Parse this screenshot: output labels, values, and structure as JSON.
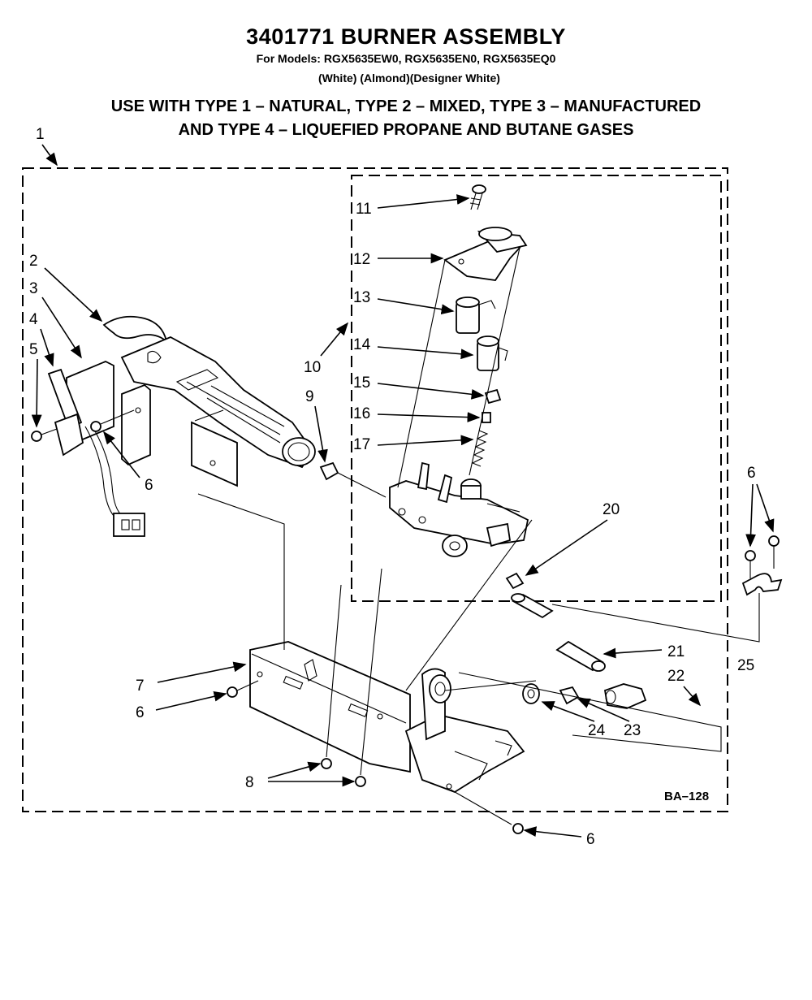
{
  "header": {
    "title": "3401771 BURNER ASSEMBLY",
    "models_line": "For Models: RGX5635EW0, RGX5635EN0, RGX5635EQ0",
    "colors_line": "(White)    (Almond)(Designer White)",
    "usage_line_1": "USE WITH TYPE 1 – NATURAL, TYPE 2 – MIXED, TYPE 3 – MANUFACTURED",
    "usage_line_2": "AND TYPE 4 – LIQUEFIED PROPANE AND BUTANE GASES"
  },
  "callouts": {
    "c1": "1",
    "c2": "2",
    "c3": "3",
    "c4": "4",
    "c5": "5",
    "c6a": "6",
    "c6b": "6",
    "c6c": "6",
    "c6d": "6",
    "c7": "7",
    "c8": "8",
    "c9": "9",
    "c10": "10",
    "c11": "11",
    "c12": "12",
    "c13": "13",
    "c14": "14",
    "c15": "15",
    "c16": "16",
    "c17": "17",
    "c20": "20",
    "c21": "21",
    "c22": "22",
    "c23": "23",
    "c24": "24",
    "c25": "25"
  },
  "drawing_code": "BA–128"
}
